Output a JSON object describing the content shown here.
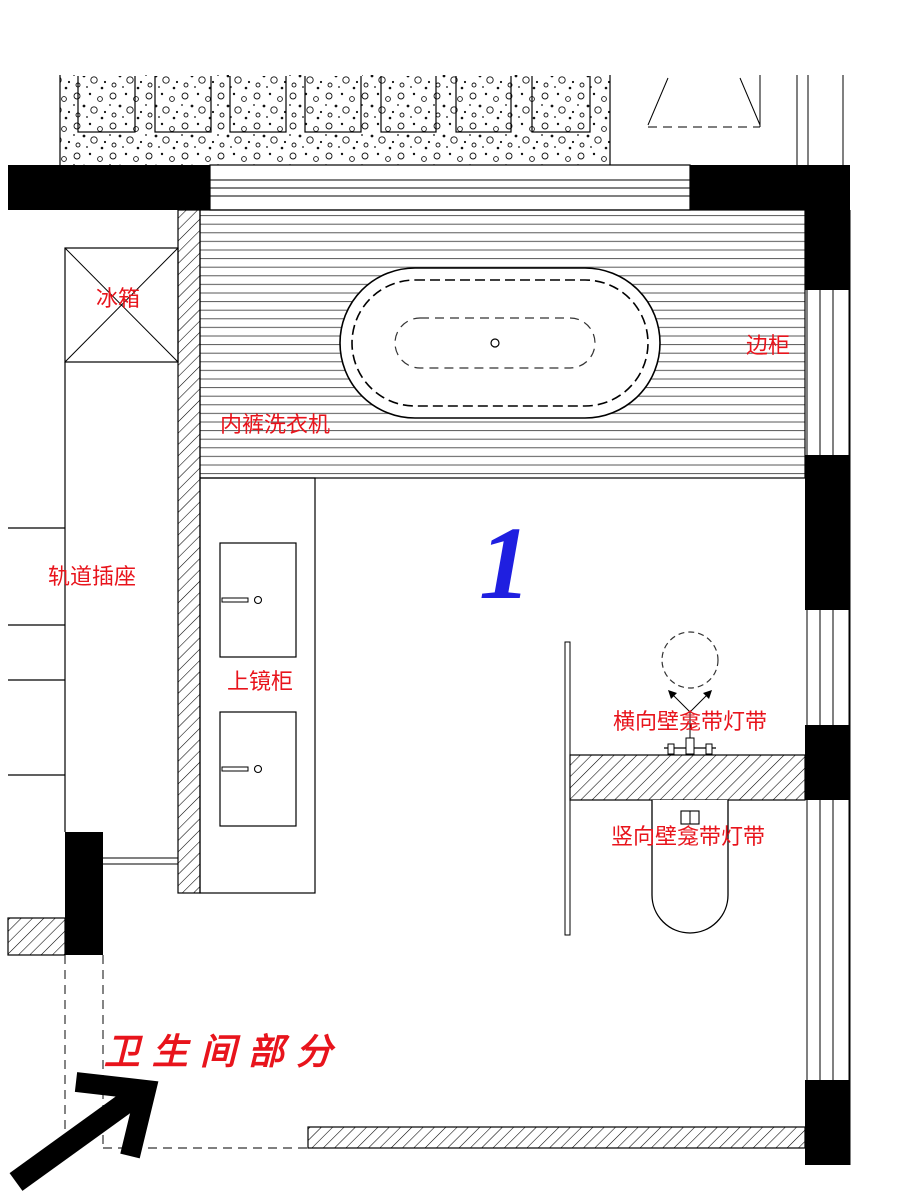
{
  "labels": {
    "fridge": "冰箱",
    "side_cabinet": "边柜",
    "underwear_washer": "内裤洗衣机",
    "track_socket": "轨道插座",
    "mirror_cabinet": "上镜柜",
    "horizontal_niche": "横向壁龛带灯带",
    "vertical_niche": "竖向壁龛带灯带",
    "area_number": "1",
    "section_title": "卫生间部分"
  },
  "colors": {
    "label": "#e8141c",
    "area_number": "#1f1fe0",
    "wall": "#000000"
  },
  "icons": {
    "bathtub": "bathtub-icon",
    "sink": "sink-icon",
    "toilet": "toilet-icon",
    "shower": "shower-icon",
    "entry_arrow": "arrow-up-right-icon"
  }
}
